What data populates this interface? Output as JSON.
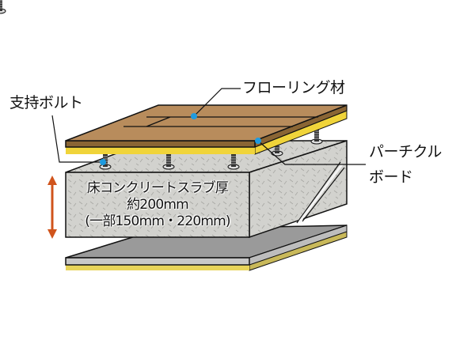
{
  "labels": {
    "support_bolt": "支持ボルト",
    "flooring": "フローリング材",
    "particle_board_line1": "パーチクル",
    "particle_board_line2": "ボード"
  },
  "slab": {
    "line1": "床コンクリートスラブ厚",
    "line2": "約200mm",
    "line3": "(一部150mm・220mm)"
  },
  "colors": {
    "flooring_top": "#b88c5c",
    "flooring_side": "#8a6534",
    "particle_board": "#f0d43a",
    "concrete": "#cfcfcb",
    "lower_board": "#9a9a9a",
    "marker_dot": "#1e9be0",
    "arrow": "#d0541c"
  }
}
